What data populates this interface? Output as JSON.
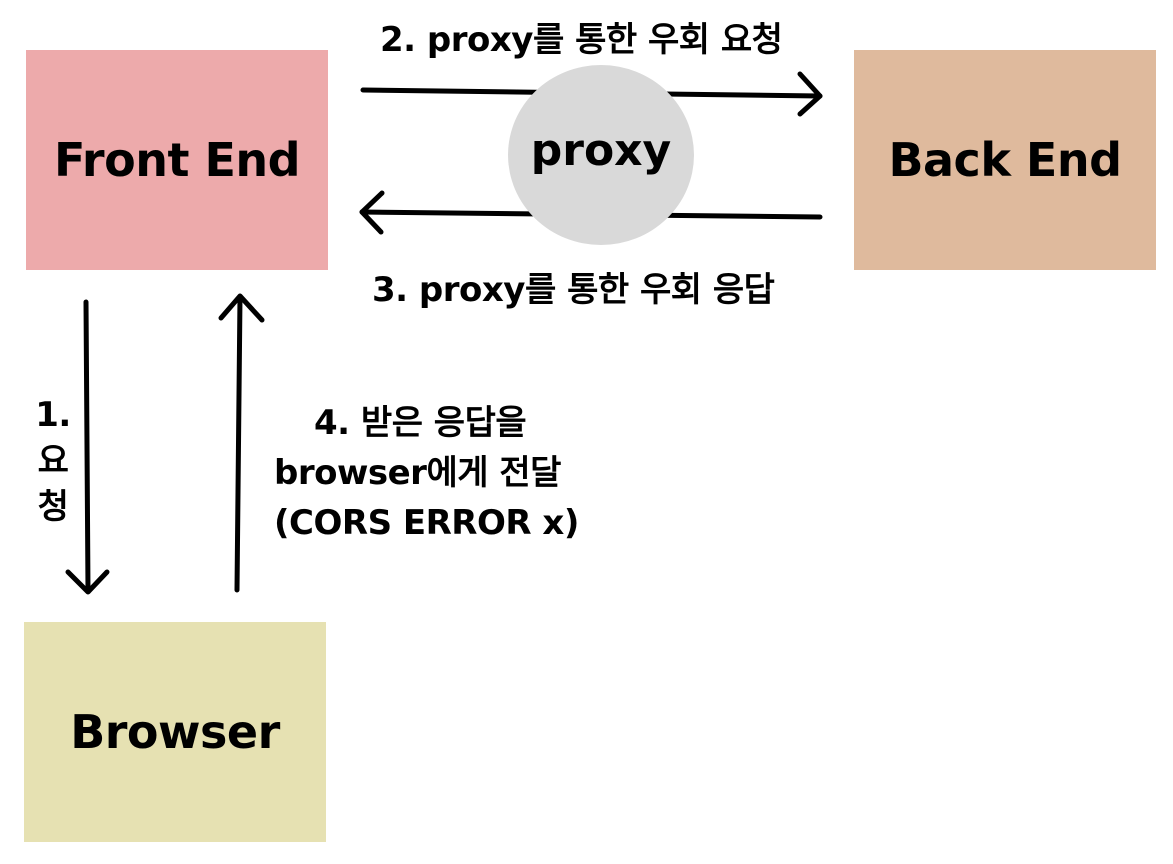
{
  "nodes": {
    "front_end": {
      "label": "Front End",
      "color": "#EDAAAB"
    },
    "back_end": {
      "label": "Back End",
      "color": "#DFBA9D"
    },
    "browser": {
      "label": "Browser",
      "color": "#E6E1B2"
    },
    "proxy": {
      "label": "proxy",
      "color": "#D9D9D9"
    }
  },
  "edges": {
    "step1": {
      "line1": "1.",
      "line2": "요",
      "line3": "청"
    },
    "step2": {
      "label": "2. proxy를 통한 우회 요청"
    },
    "step3": {
      "label": "3. proxy를 통한 우회 응답"
    },
    "step4": {
      "line1": "4. 받은 응답을",
      "line2": "browser에게 전달",
      "line3": "(CORS ERROR x)"
    }
  }
}
